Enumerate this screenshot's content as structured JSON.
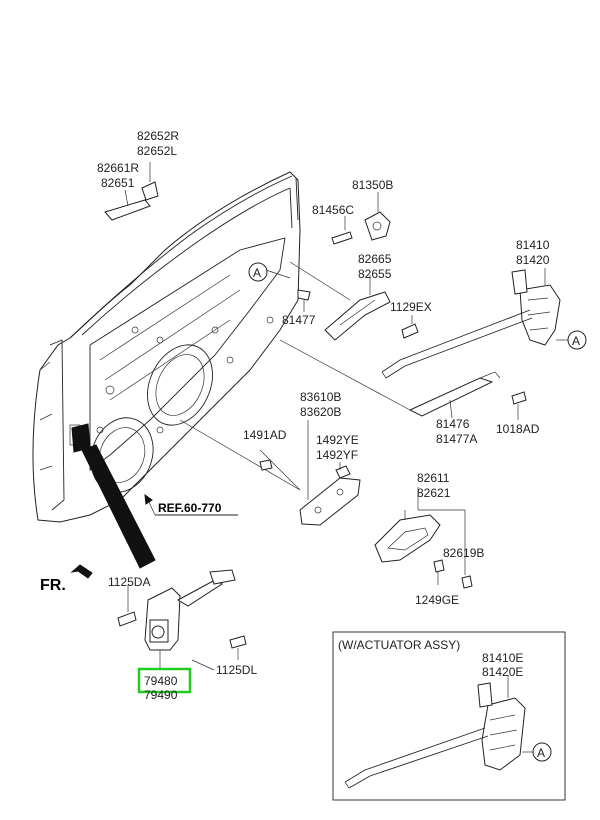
{
  "diagram": {
    "direction_label": "FR.",
    "reference_label": "REF.60-770",
    "callout_letter": "A",
    "highlight_color": "#22cc22",
    "highlighted_part": "79480",
    "inset_title": "(W/ACTUATOR ASSY)",
    "labels": {
      "p82652R": "82652R",
      "p82652L": "82652L",
      "p82661R": "82661R",
      "p82651": "82651",
      "p81350B": "81350B",
      "p81456C": "81456C",
      "p81410": "81410",
      "p81420": "81420",
      "p82665": "82665",
      "p82655": "82655",
      "p1129EX": "1129EX",
      "p81477": "81477",
      "p83610B": "83610B",
      "p83620B": "83620B",
      "p1491AD": "1491AD",
      "p1492YE": "1492YE",
      "p1492YF": "1492YF",
      "p81476": "81476",
      "p81477A": "81477A",
      "p1018AD": "1018AD",
      "p82611": "82611",
      "p82621": "82621",
      "p82619B": "82619B",
      "p1249GE": "1249GE",
      "p1125DA": "1125DA",
      "p1125DL": "1125DL",
      "p79480": "79480",
      "p79490": "79490",
      "p81410E": "81410E",
      "p81420E": "81420E"
    }
  }
}
